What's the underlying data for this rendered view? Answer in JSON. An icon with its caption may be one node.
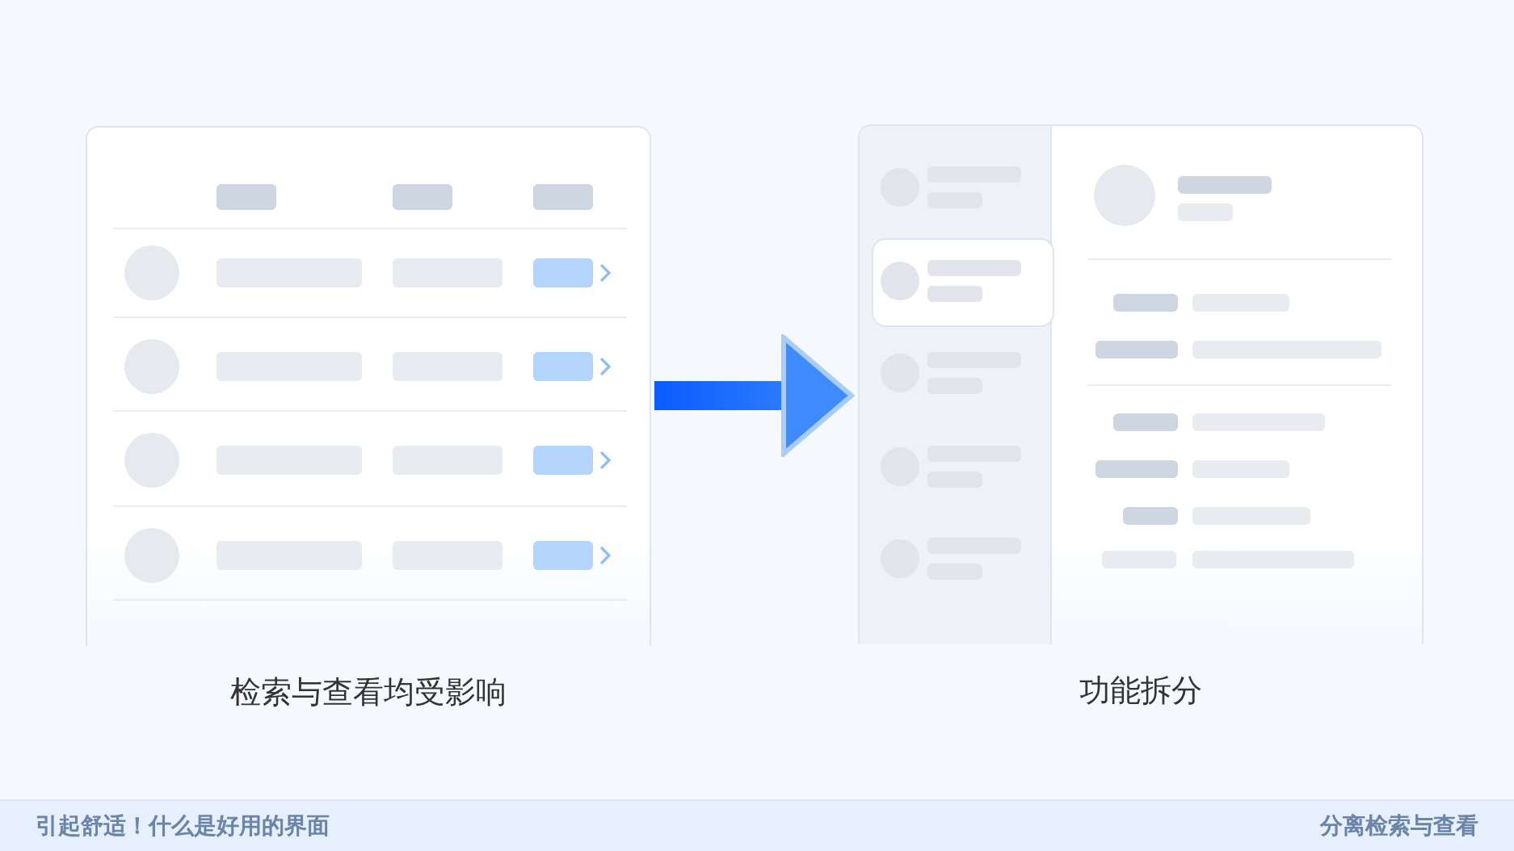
{
  "diagram": {
    "nodes": [
      {
        "text": [
          "检索与查看均受影响"
        ]
      },
      {
        "text": [
          "功能拆分"
        ]
      }
    ],
    "edges": [
      {
        "from": 0,
        "to": 1,
        "arrow": "to"
      }
    ],
    "labels": [
      "引起舒适！什么是好用的界面",
      "分离检索与查看"
    ]
  }
}
